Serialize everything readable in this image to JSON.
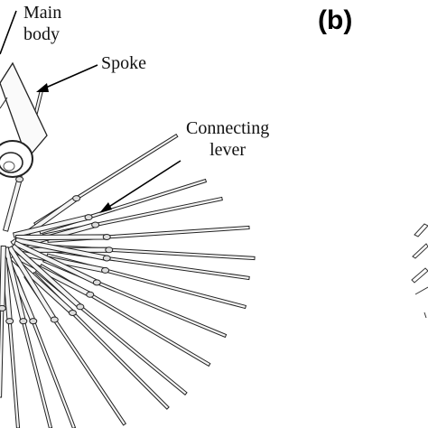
{
  "labels": {
    "main_body_line1": "Main",
    "main_body_line2": "body",
    "spoke": "Spoke",
    "connecting_lever_line1": "Connecting",
    "connecting_lever_line2": "lever"
  },
  "panel_label": "(b)"
}
